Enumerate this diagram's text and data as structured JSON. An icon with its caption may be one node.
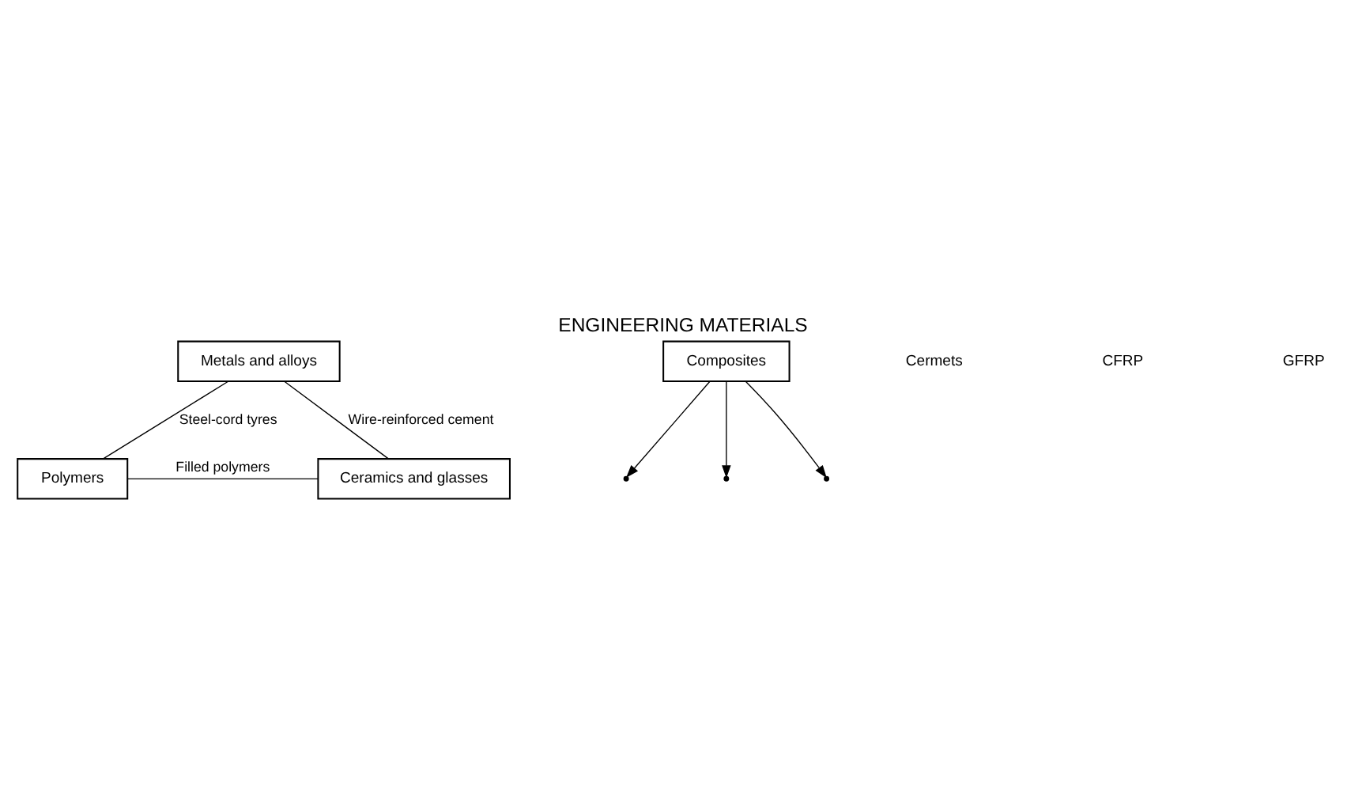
{
  "diagram": {
    "title": "ENGINEERING MATERIALS",
    "nodes": [
      {
        "text": [
          "Metals and alloys"
        ]
      },
      {
        "text": [
          "Composites"
        ]
      },
      {
        "text": [
          "Polymers"
        ]
      },
      {
        "text": [
          "Ceramics and glasses"
        ]
      }
    ],
    "edges": [
      {
        "from": 0,
        "to": 2,
        "arrow": "none",
        "label": "Steel-cord tyres"
      },
      {
        "from": 0,
        "to": 3,
        "arrow": "none",
        "label": "Wire-reinforced cement"
      },
      {
        "from": 2,
        "to": 3,
        "arrow": "none",
        "label": "Filled polymers"
      },
      {
        "from": 1,
        "to": null,
        "arrow": "to"
      },
      {
        "from": 1,
        "to": null,
        "arrow": "to"
      },
      {
        "from": 1,
        "to": null,
        "arrow": "to"
      }
    ],
    "labels": [
      "Cermets",
      "CFRP",
      "GFRP"
    ]
  }
}
